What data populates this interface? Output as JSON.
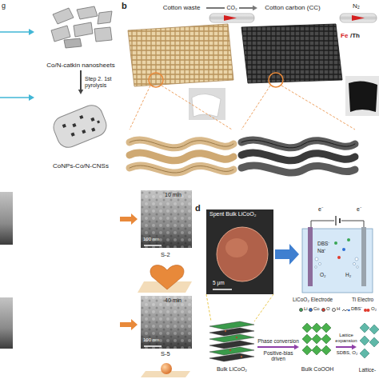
{
  "diagram": {
    "nodes": [
      {
        "text": [
          "Co/N-catkin nanosheets"
        ]
      },
      {
        "text": [
          "CoNPs-Co/N-CNSs"
        ]
      },
      {
        "text": [
          "Cotton waste"
        ]
      },
      {
        "text": [
          "Cotton carbon (CC)"
        ]
      },
      {
        "text": [
          "Bulk LiCoO₂"
        ]
      },
      {
        "text": [
          "Bulk CoOOH"
        ]
      },
      {
        "text": [
          "Lattice-"
        ]
      }
    ],
    "edges": [
      {
        "from": 0,
        "to": 1,
        "arrow": "to",
        "label": "Step 2. 1st pyrolysis"
      },
      {
        "from": 2,
        "to": 3,
        "arrow": "to",
        "label": "CO₂"
      },
      {
        "from": 4,
        "to": 5,
        "arrow": "to",
        "label": "Phase conversion"
      },
      {
        "from": 5,
        "to": 6,
        "arrow": "to",
        "label": "Lattice expansion"
      }
    ],
    "labels": [
      "g",
      "b",
      "N₂",
      "Fe",
      "/Th",
      "10 min",
      "100 nm",
      "S-2",
      "40 min",
      "100 nm",
      "S-5",
      "d",
      "Spent Bulk LiCoO₂",
      "5 μm",
      "e⁻",
      "e⁻",
      "DBS⁻",
      "Na⁺",
      "O₂",
      "H₂",
      "LiCoO₂ Electrode",
      "Ti Electro",
      "Positive-bias driven",
      "SDBS, O₂"
    ],
    "legend": [
      {
        "text": "Li",
        "color": "#3aa655"
      },
      {
        "text": "Co",
        "color": "#2f6fd6"
      },
      {
        "text": "O",
        "color": "#e03b2e"
      },
      {
        "text": "H",
        "color": "#f2f2f2"
      },
      {
        "text": "DBS⁻"
      },
      {
        "text": "O₂"
      }
    ]
  }
}
